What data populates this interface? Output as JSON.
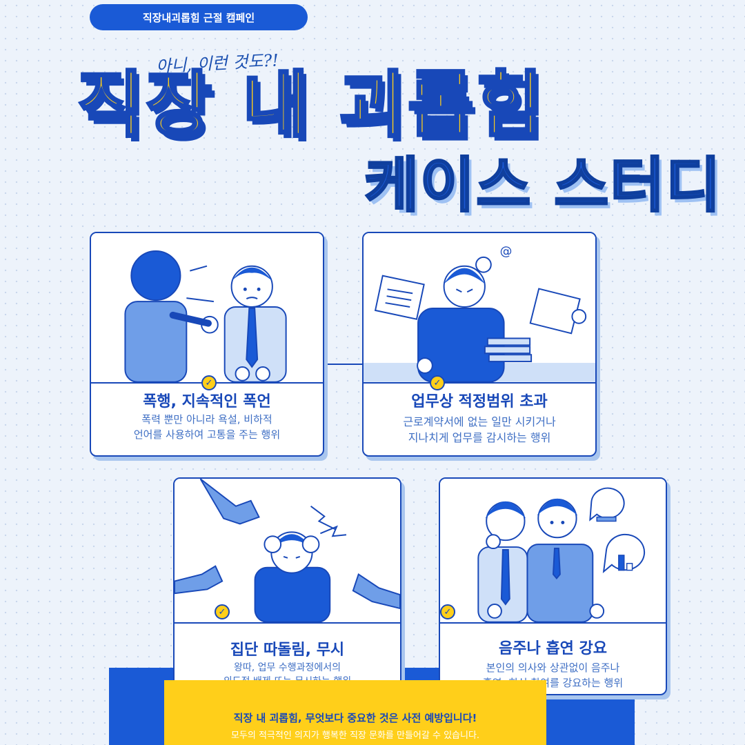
{
  "header": {
    "badge": "직장내괴롭힘 근절 캠페인",
    "subtitle": "아니, 이런 것도?!",
    "title_main": "직장 내 괴롭힘",
    "title_sub": "케이스 스터디"
  },
  "cards": [
    {
      "title": "폭행, 지속적인 폭언",
      "desc": "폭력 뿐만 아니라 욕설, 비하적\n언어를 사용하여 고통을 주는 행위",
      "check_icon": "check-circle-icon"
    },
    {
      "title": "업무상 적정범위 초과",
      "desc": "근로계약서에 없는 일만 시키거나\n지나치게 업무를 감시하는 행위",
      "check_icon": "check-circle-icon"
    },
    {
      "title": "집단 따돌림, 무시",
      "desc": "왕따, 업무 수행과정에서의\n의도적 배제 또는 무시하는 행위",
      "check_icon": "check-circle-icon"
    },
    {
      "title": "음주나 흡연 강요",
      "desc": "본인의 의사와 상관없이 음주나\n흡연, 회식 참여를 강요하는 행위",
      "check_icon": "check-circle-icon"
    }
  ],
  "footer": {
    "message_main": "직장 내 괴롭힘, 무엇보다 중요한 것은 사전 예방입니다!",
    "message_sub": "모두의 적극적인 의지가 행복한 직장 문화를 만들어갈 수 있습니다."
  },
  "colors": {
    "blue": "#1a5ad6",
    "navy": "#1848b8",
    "yellow": "#ffcf1a",
    "light": "#edf3fb"
  },
  "check_glyph": "✓"
}
